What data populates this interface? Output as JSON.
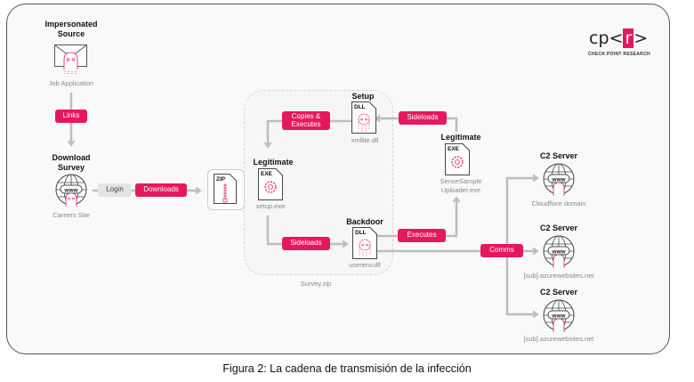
{
  "caption": "Figura 2: La cadena de transmisión de la infección",
  "logo": {
    "prefix": "cp<",
    "accent": "r",
    "suffix": ">",
    "tagline": "CHECK POINT RESEARCH"
  },
  "colors": {
    "accent": "#e6185d",
    "line": "#bdbdbd",
    "card_bg": "#f9f9f9"
  },
  "nodes": {
    "source": {
      "title_line1": "Impersonated",
      "title_line2": "Source",
      "label": "Job Application",
      "icon": "envelope-ghost-icon"
    },
    "download": {
      "title_line1": "Download",
      "title_line2": "Survey",
      "label": "Careers Site",
      "icon": "globe-www-ghost-icon"
    },
    "zip": {
      "tag": "ZIP",
      "icon": "zip-file-icon"
    },
    "setup_dll": {
      "title": "Setup",
      "tag": "DLL",
      "label": "xmllite.dll",
      "icon": "dll-ghost-icon"
    },
    "legit_setup": {
      "title": "Legitimate",
      "tag": "EXE",
      "label": "setup.exe",
      "icon": "exe-gear-icon"
    },
    "backdoor": {
      "title": "Backdoor",
      "tag": "DLL",
      "label": "userenv.dll",
      "icon": "dll-ghost-icon"
    },
    "legit_uploader": {
      "title": "Legitimate",
      "tag": "EXE",
      "label_line1": "SenseSample",
      "label_line2": "Uploader.exe",
      "icon": "exe-gear-icon"
    },
    "c2_1": {
      "title": "C2 Server",
      "label": "Cloudflare domain"
    },
    "c2_2": {
      "title": "C2 Server",
      "label": "[sub].azurewebsites.net"
    },
    "c2_3": {
      "title": "C2 Server",
      "label": "[sub].azurewebsites.net"
    },
    "survey_zip": {
      "label": "Survey.zip"
    }
  },
  "edges": {
    "links": "Links",
    "login": "Login",
    "downloads": "Downloads",
    "copies_line1": "Copies &",
    "copies_line2": "Executes",
    "sideloads_top": "Sideloads",
    "sideloads_bottom": "Sideloads",
    "executes": "Executes",
    "comms": "Comms"
  }
}
